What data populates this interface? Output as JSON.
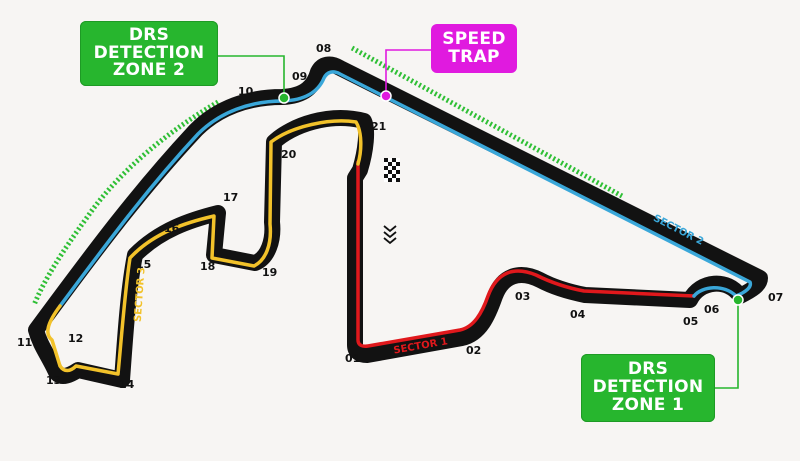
{
  "callouts": {
    "drs_zone_2": [
      "DRS",
      "DETECTION",
      "ZONE 2"
    ],
    "speed_trap": [
      "SPEED",
      "TRAP"
    ],
    "drs_zone_1": [
      "DRS",
      "DETECTION",
      "ZONE 1"
    ]
  },
  "sectors": {
    "sector_1": "SECTOR 1",
    "sector_2": "SECTOR 2",
    "sector_3": "SECTOR 3"
  },
  "turns": [
    "01",
    "02",
    "03",
    "04",
    "05",
    "06",
    "07",
    "08",
    "09",
    "10",
    "11",
    "12",
    "13",
    "14",
    "15",
    "16",
    "17",
    "18",
    "19",
    "20",
    "21"
  ],
  "colors": {
    "sector_1": "#e0181c",
    "sector_2": "#3aa7d9",
    "sector_3": "#f2c22a",
    "drs_callout": "#27b62e",
    "speed_trap_callout": "#e01adf",
    "track": "#121212",
    "background": "#f7f5f3"
  },
  "icons": [
    "chequered-flag-icon",
    "direction-chevrons-icon"
  ]
}
